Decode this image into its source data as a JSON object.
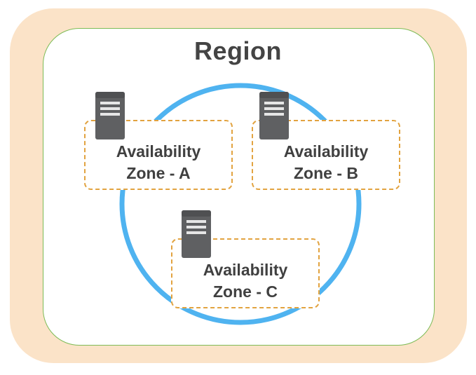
{
  "region": {
    "title": "Region"
  },
  "zones": [
    {
      "line1": "Availability",
      "line2": "Zone - A",
      "icon": "server-icon"
    },
    {
      "line1": "Availability",
      "line2": "Zone - B",
      "icon": "server-icon"
    },
    {
      "line1": "Availability",
      "line2": "Zone - C",
      "icon": "server-icon"
    }
  ],
  "colors": {
    "outer_background": "#fbe3c8",
    "inner_border": "#7dbb55",
    "ring": "#4fb3f0",
    "zone_border": "#e2a340",
    "server": "#5f6062",
    "text": "#404040"
  }
}
